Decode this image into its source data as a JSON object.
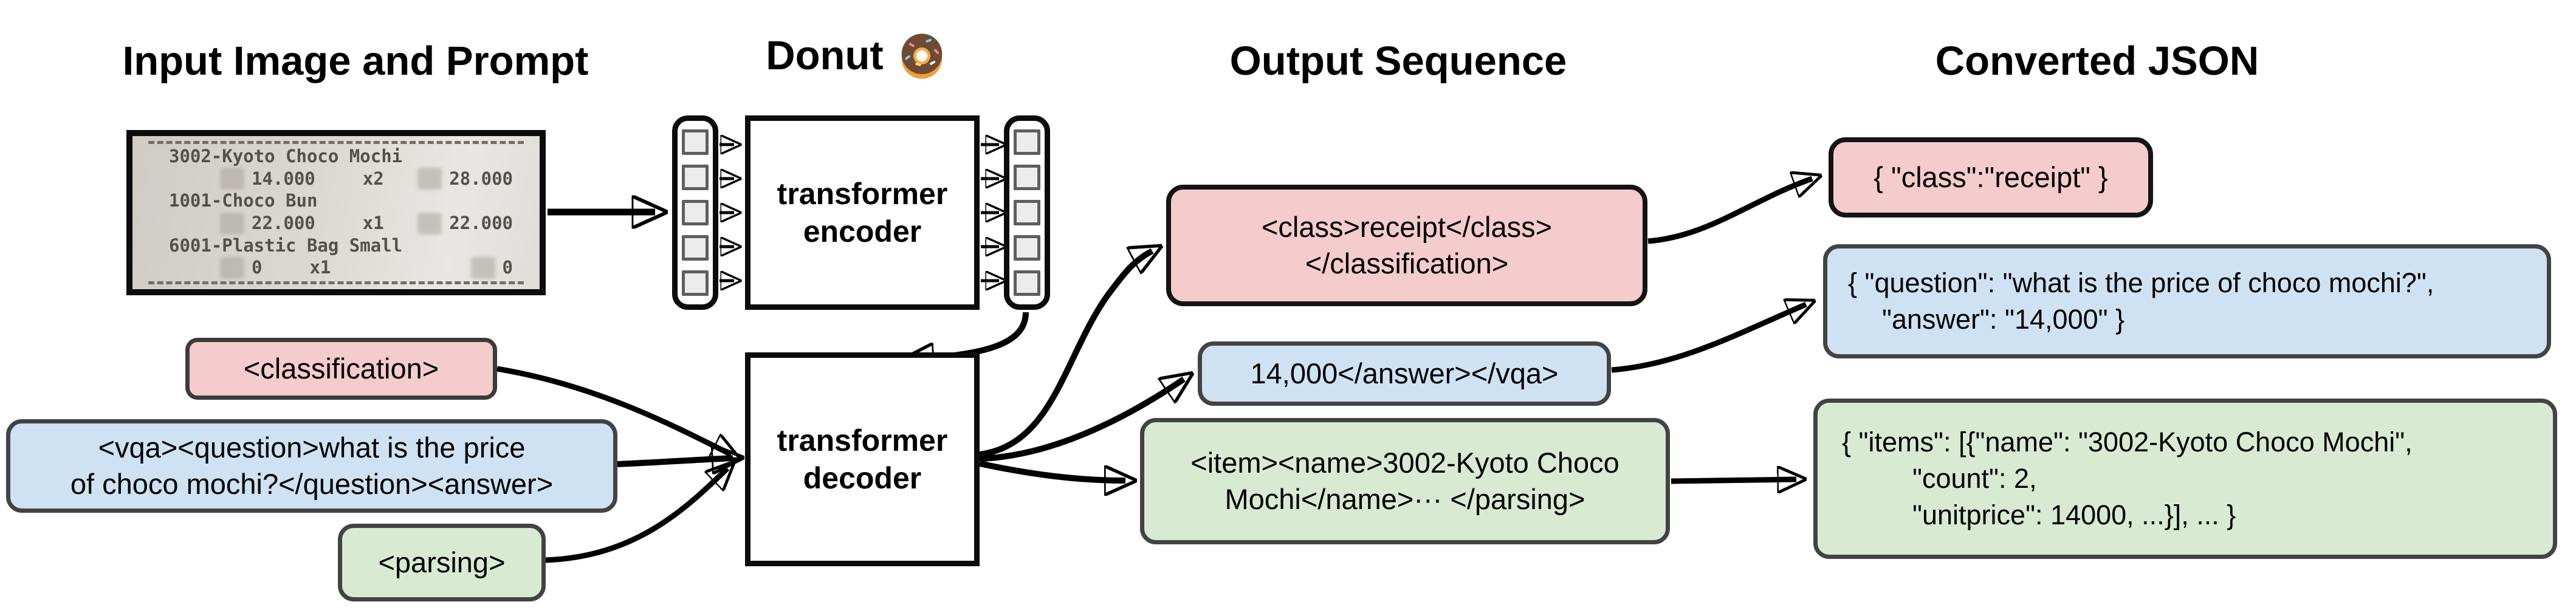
{
  "titles": {
    "input": "Input Image and Prompt",
    "model": "Donut",
    "output": "Output Sequence",
    "json": "Converted JSON"
  },
  "receipt": {
    "items": [
      {
        "name": "3002-Kyoto Choco Mochi",
        "price": "14.000",
        "qty": "x2",
        "total": "28.000"
      },
      {
        "name": "1001-Choco Bun",
        "price": "22.000",
        "qty": "x1",
        "total": "22.000"
      },
      {
        "name": "6001-Plastic Bag Small",
        "price": "0",
        "qty": "x1",
        "total": "0"
      }
    ]
  },
  "model": {
    "encoder_line1": "transformer",
    "encoder_line2": "encoder",
    "decoder_line1": "transformer",
    "decoder_line2": "decoder"
  },
  "prompts": {
    "classification": "<classification>",
    "vqa_line1": "<vqa><question>what is the price",
    "vqa_line2": "of choco mochi?</question><answer>",
    "parsing": "<parsing>"
  },
  "outputs": {
    "classification_line1": "<class>receipt</class>",
    "classification_line2": "</classification>",
    "vqa": "14,000</answer></vqa>",
    "parsing_line1": "<item><name>3002-Kyoto Choco",
    "parsing_line2": "Mochi</name>··· </parsing>"
  },
  "json_outputs": {
    "classification": "{ \"class\":\"receipt\" }",
    "vqa_line1": "{ \"question\": \"what is the price of choco mochi?\",",
    "vqa_line2": "\"answer\": \"14,000\" }",
    "parsing_line1": "{ \"items\": [{\"name\": \"3002-Kyoto Choco Mochi\",",
    "parsing_line2": "\"count\": 2,",
    "parsing_line3": "\"unitprice\": 14000, ...}], ... }"
  },
  "colors": {
    "classification_fill": "#f4cccc",
    "vqa_fill": "#cfe2f3",
    "parsing_fill": "#d9ead3",
    "box_border": "#434343",
    "arrow": "#000000",
    "token_fill": "#ececec"
  }
}
